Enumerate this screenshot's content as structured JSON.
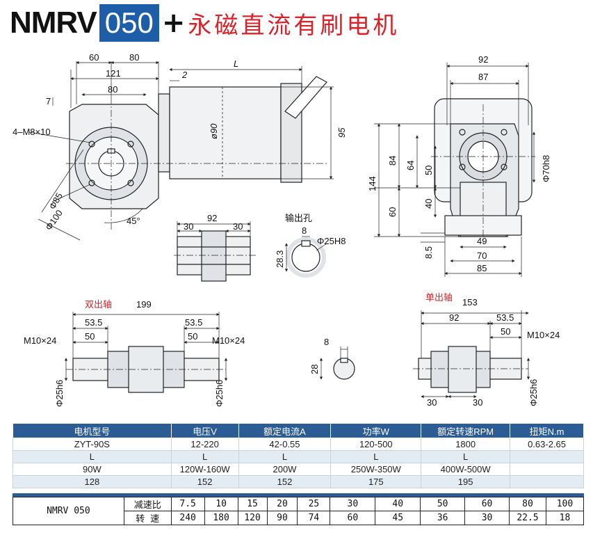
{
  "title": {
    "model": "NMRV",
    "size": "050",
    "plus": "+",
    "motor_type": "永磁直流有刷电机"
  },
  "drawing": {
    "front_view": {
      "dim_60": "60",
      "dim_80a": "80",
      "dim_121": "121",
      "dim_80b": "80",
      "dim_7": "7",
      "bolt_label": "4–M8×10",
      "dim_phi85": "Φ85",
      "dim_phi100": "Φ100",
      "angle": "45°",
      "dim_2": "2",
      "dim_L": "L",
      "dim_phi90": "ø90",
      "dim_95": "95"
    },
    "side_view": {
      "dim_92": "92",
      "dim_87": "87",
      "dim_144": "144",
      "dim_84": "84",
      "dim_64": "64",
      "dim_50": "50",
      "dim_40": "40",
      "dim_60": "60",
      "dim_8_5": "8.5",
      "dim_phi70": "Φ70h8",
      "dim_49": "49",
      "dim_70": "70",
      "dim_85": "85"
    },
    "bore_section": {
      "dim_92": "92",
      "dim_30a": "30",
      "dim_30b": "30",
      "output_hole_label": "输出孔",
      "dim_8": "8",
      "dim_phi25": "Φ25H8",
      "dim_28_3": "28.3"
    },
    "double_shaft": {
      "label": "双出轴",
      "dim_199": "199",
      "dim_53_5a": "53.5",
      "dim_53_5b": "53.5",
      "dim_50a": "50",
      "dim_50b": "50",
      "thread_left": "M10×24",
      "thread_right": "M10×24",
      "dia_left": "Φ25h6",
      "dia_right": "Φ25h6"
    },
    "key_section": {
      "dim_8": "8",
      "dim_28": "28"
    },
    "single_shaft": {
      "label": "单出轴",
      "dim_153": "153",
      "dim_92": "92",
      "dim_53_5": "53.5",
      "dim_50": "50",
      "thread": "M10×24",
      "dim_30a": "30",
      "dim_30b": "30",
      "dia": "Φ25h6"
    }
  },
  "spec_table": {
    "headers": [
      "电机型号",
      "电压V",
      "额定电流A",
      "功率W",
      "额定转速RPM",
      "扭矩N.m"
    ],
    "rows": [
      [
        "ZYT-90S",
        "12-220",
        "42-0.55",
        "120-500",
        "1800",
        "0.63-2.65"
      ],
      [
        "L",
        "L",
        "L",
        "L",
        "L",
        ""
      ],
      [
        "90W",
        "120W-160W",
        "200W",
        "250W-350W",
        "400W-500W",
        ""
      ],
      [
        "128",
        "152",
        "152",
        "175",
        "195",
        ""
      ]
    ]
  },
  "ratio_table": {
    "model": "NMRV 050",
    "ratio_label": "减速比",
    "speed_label": "转 速",
    "ratios": [
      "7.5",
      "10",
      "15",
      "20",
      "25",
      "30",
      "40",
      "50",
      "60",
      "80",
      "100"
    ],
    "speeds": [
      "240",
      "180",
      "120",
      "90",
      "74",
      "60",
      "45",
      "36",
      "30",
      "22.5",
      "18"
    ]
  },
  "colors": {
    "accent_blue": "#2b5c96",
    "title_red": "#d8232a",
    "line": "#222222"
  }
}
